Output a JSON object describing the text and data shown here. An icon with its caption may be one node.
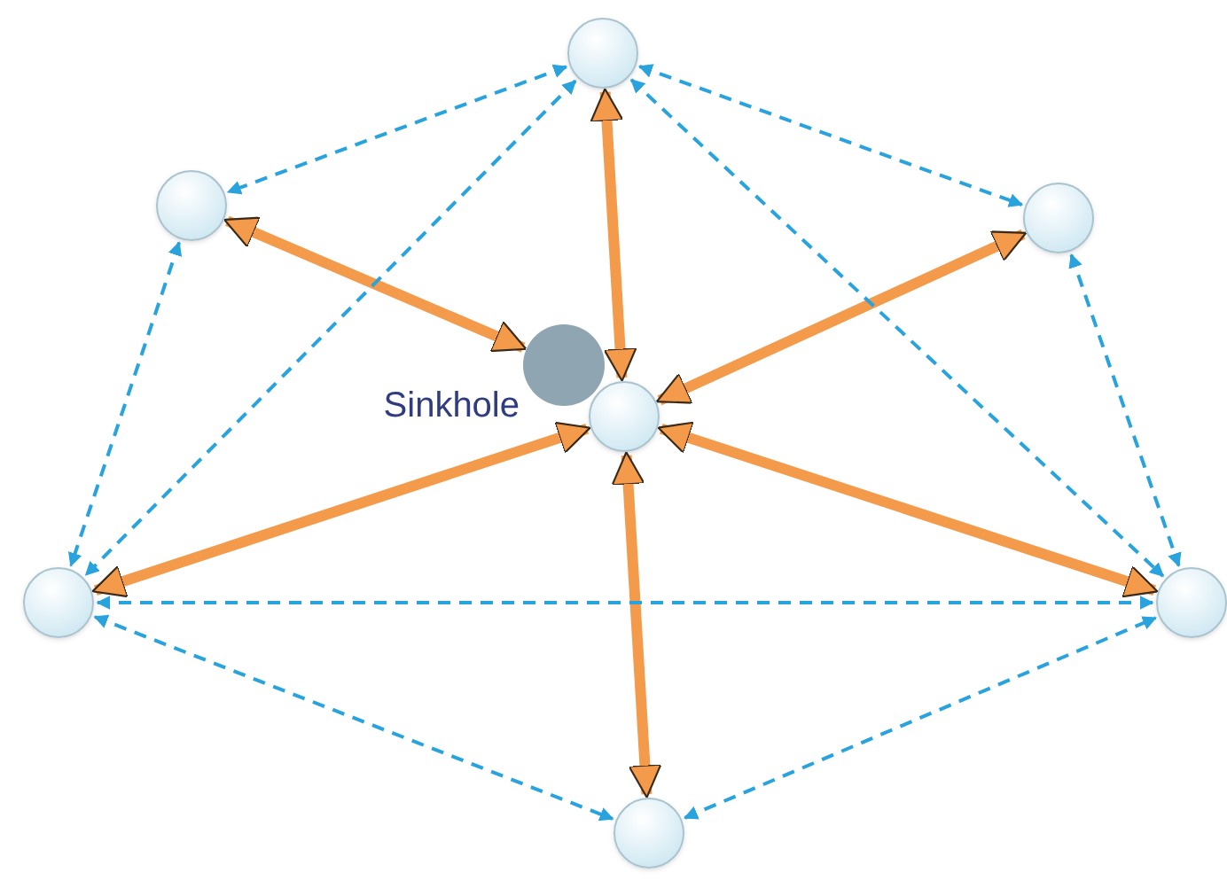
{
  "diagram": {
    "nodes": [
      {
        "text": [],
        "shape": "circle"
      },
      {
        "text": [],
        "shape": "circle"
      },
      {
        "text": [],
        "shape": "circle"
      },
      {
        "text": [],
        "shape": "circle",
        "beside": [
          "Sinkhole"
        ]
      },
      {
        "text": [],
        "shape": "circle"
      },
      {
        "text": [],
        "shape": "circle"
      },
      {
        "text": [],
        "shape": "circle"
      },
      {
        "text": [],
        "shape": "circle"
      }
    ],
    "edges": [
      {
        "from": 0,
        "to": 1,
        "arrow": "both",
        "style": "dashed"
      },
      {
        "from": 0,
        "to": 2,
        "arrow": "both",
        "style": "dashed"
      },
      {
        "from": 0,
        "to": 4,
        "arrow": "both",
        "style": "thick",
        "color": "#f39a4b"
      },
      {
        "from": 1,
        "to": 3,
        "arrow": "both",
        "style": "thick",
        "color": "#f39a4b"
      },
      {
        "from": 2,
        "to": 4,
        "arrow": "both",
        "style": "thick",
        "color": "#f39a4b"
      },
      {
        "from": 0,
        "to": 5,
        "arrow": "both",
        "style": "dashed"
      },
      {
        "from": 0,
        "to": 6,
        "arrow": "both",
        "style": "dashed"
      },
      {
        "from": 1,
        "to": 5,
        "arrow": "both",
        "style": "dashed"
      },
      {
        "from": 2,
        "to": 6,
        "arrow": "both",
        "style": "dashed"
      },
      {
        "from": 4,
        "to": 5,
        "arrow": "both",
        "style": "thick",
        "color": "#f39a4b"
      },
      {
        "from": 4,
        "to": 6,
        "arrow": "both",
        "style": "thick",
        "color": "#f39a4b"
      },
      {
        "from": 4,
        "to": 7,
        "arrow": "both",
        "style": "thick",
        "color": "#f39a4b"
      },
      {
        "from": 5,
        "to": 6,
        "arrow": "both",
        "style": "dashed"
      },
      {
        "from": 5,
        "to": 7,
        "arrow": "both",
        "style": "dashed"
      },
      {
        "from": 7,
        "to": 6,
        "arrow": "both",
        "style": "dashed"
      }
    ]
  }
}
